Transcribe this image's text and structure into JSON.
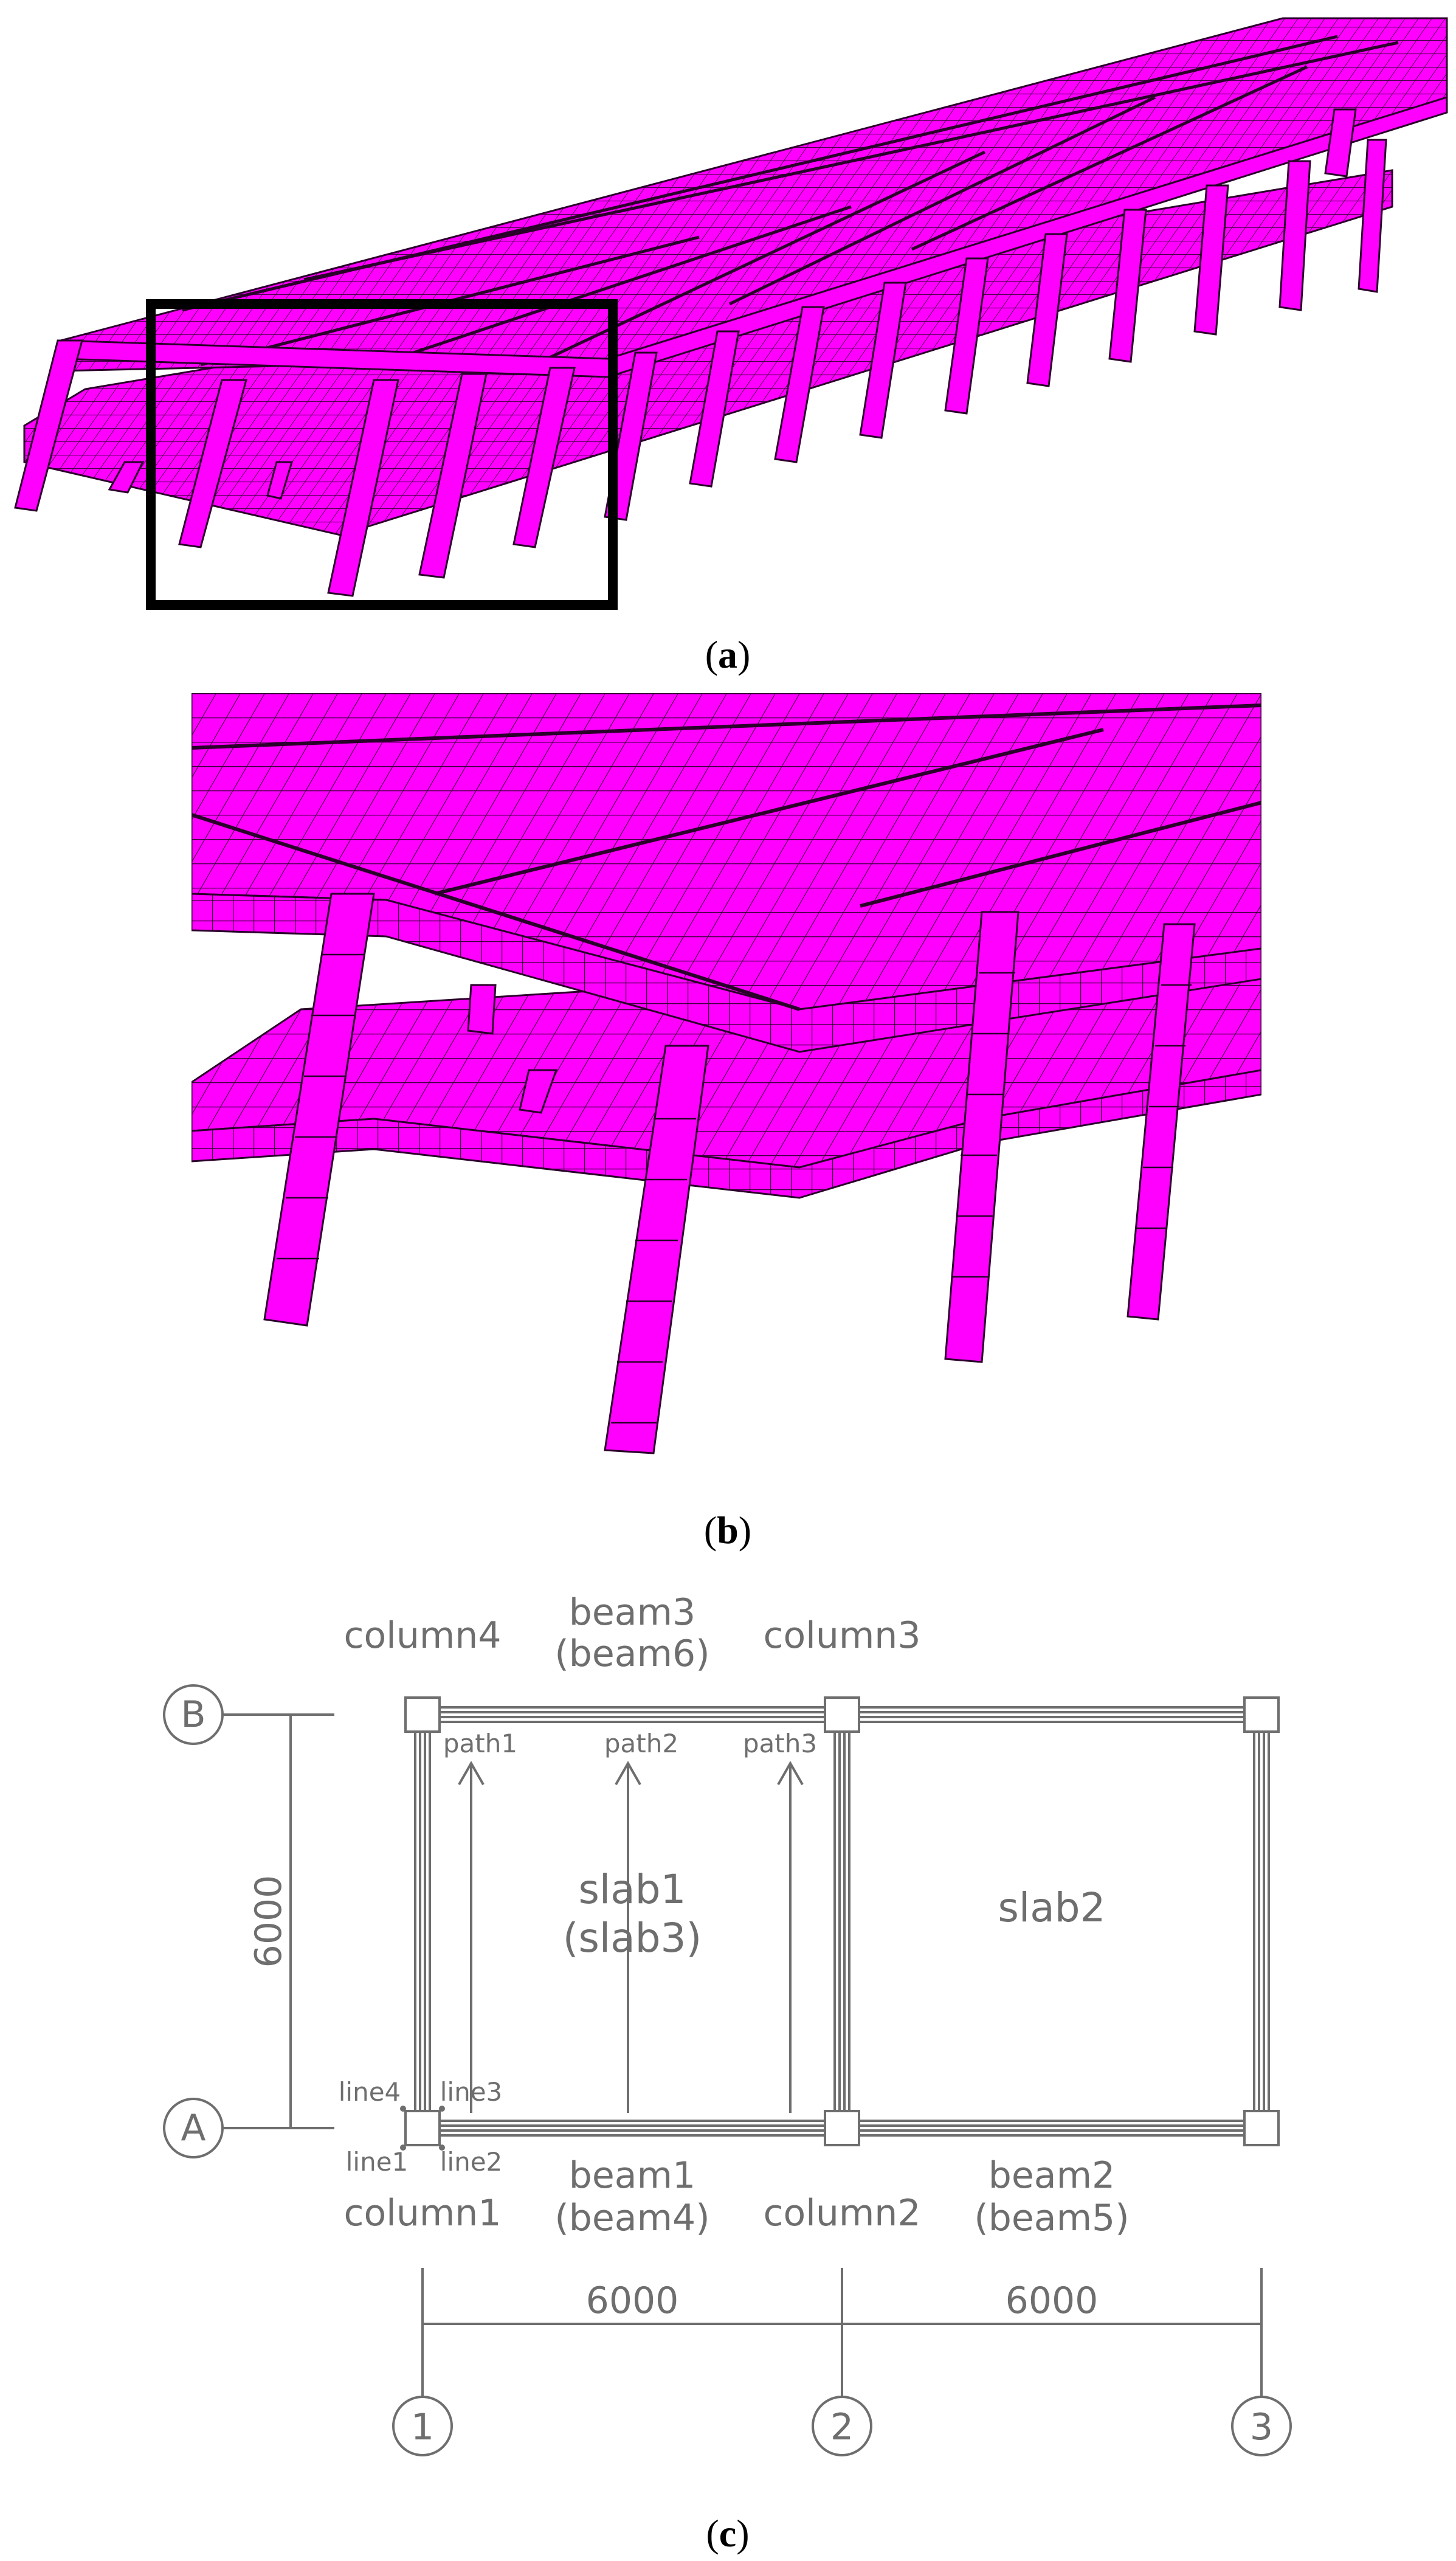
{
  "captions": {
    "a": "a",
    "b": "b",
    "c": "c"
  },
  "colors": {
    "mesh": "#ff00ff",
    "mesh_line": "#3a003a",
    "drawing": "#6e6e6e"
  },
  "plan": {
    "grid_rows": [
      "B",
      "A"
    ],
    "grid_cols": [
      "1",
      "2",
      "3"
    ],
    "dim_vertical": "6000",
    "dim_span1": "6000",
    "dim_span2": "6000",
    "labels": {
      "column4": "column4",
      "column3": "column3",
      "column1": "column1",
      "column2": "column2",
      "beam3": "beam3",
      "beam6": "(beam6)",
      "beam1": "beam1",
      "beam4": "(beam4)",
      "beam2": "beam2",
      "beam5": "(beam5)",
      "slab1": "slab1",
      "slab3": "(slab3)",
      "slab2": "slab2",
      "path1": "path1",
      "path2": "path2",
      "path3": "path3",
      "line1": "line1",
      "line2": "line2",
      "line3": "line3",
      "line4": "line4"
    }
  }
}
